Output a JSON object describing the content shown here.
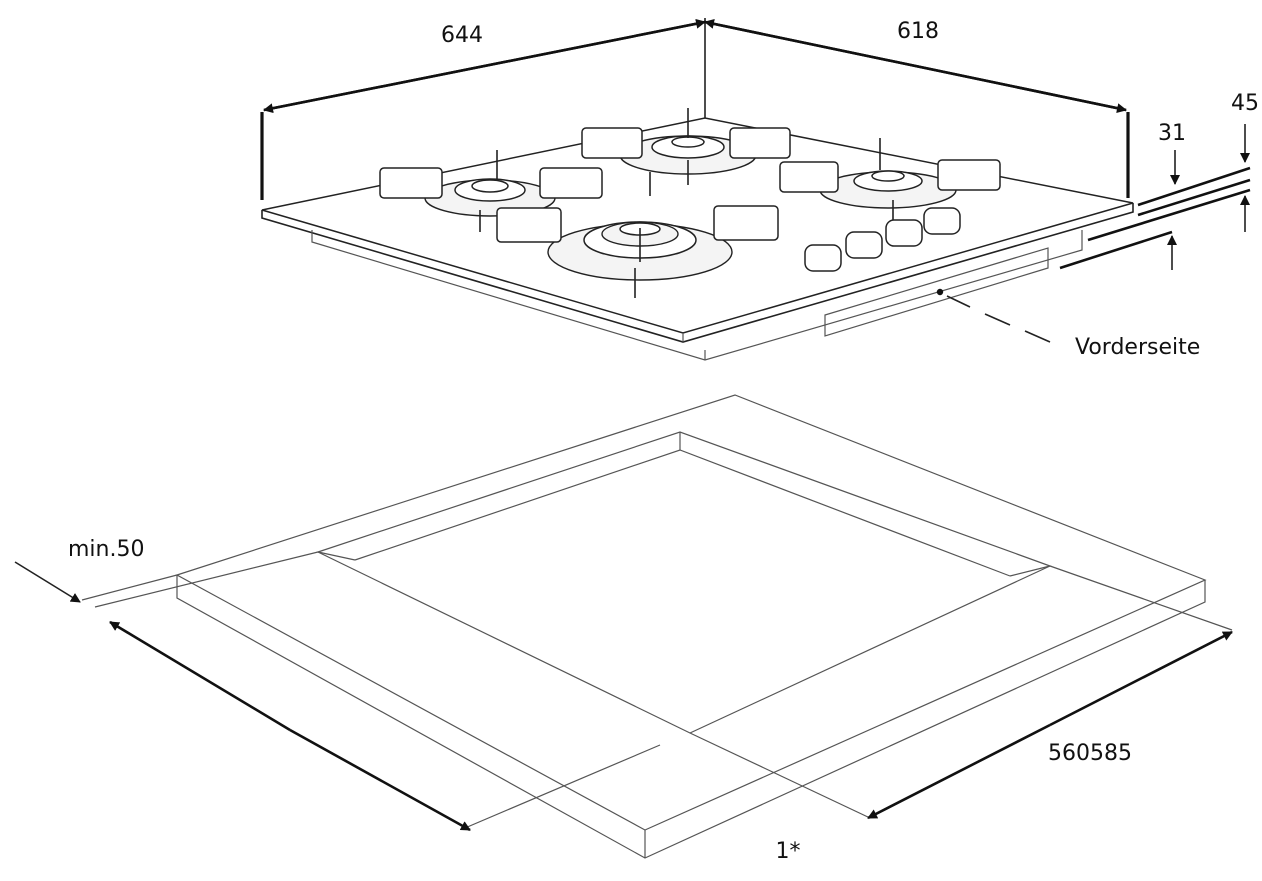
{
  "labels": {
    "width_left": "644",
    "depth_right": "618",
    "height_top": "45",
    "height_inner": "31",
    "front": "Vorderseite",
    "min_distance": "min.50",
    "cutout": "560585",
    "footnote": "1*"
  },
  "colors": {
    "line": "#111111",
    "background": "#ffffff"
  }
}
